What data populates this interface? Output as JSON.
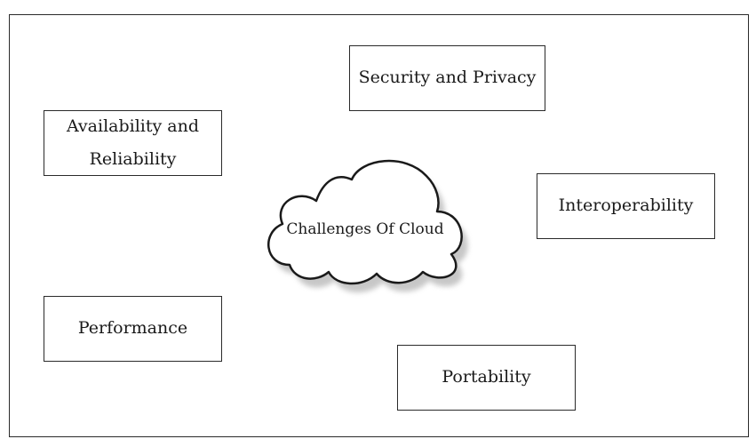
{
  "diagram": {
    "center": {
      "label": "Challenges Of Cloud",
      "icon": "cloud-icon"
    },
    "boxes": [
      {
        "id": "security",
        "label": "Security and Privacy"
      },
      {
        "id": "availability",
        "label": "Availability and Reliability"
      },
      {
        "id": "interoperability",
        "label": "Interoperability"
      },
      {
        "id": "performance",
        "label": "Performance"
      },
      {
        "id": "portability",
        "label": "Portability"
      }
    ]
  }
}
